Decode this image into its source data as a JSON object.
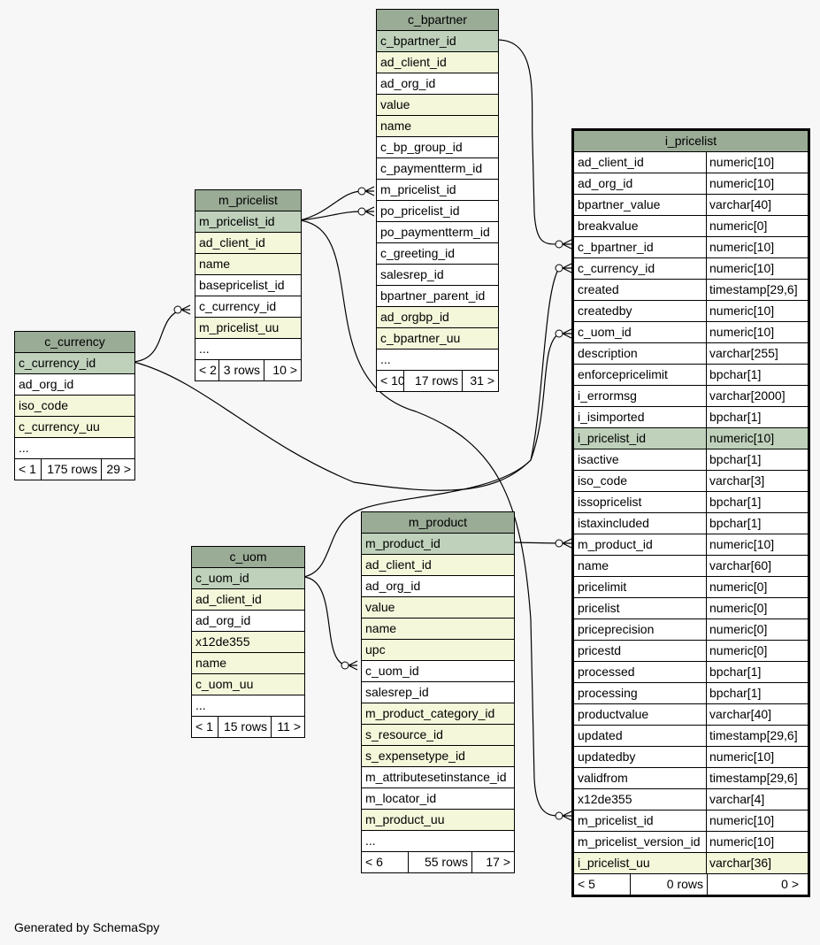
{
  "tables": {
    "c_bpartner": {
      "name": "c_bpartner",
      "rows": [
        {
          "label": "c_bpartner_id",
          "kind": "pk"
        },
        {
          "label": "ad_client_id",
          "kind": "fk"
        },
        {
          "label": "ad_org_id",
          "kind": ""
        },
        {
          "label": "value",
          "kind": "fk"
        },
        {
          "label": "name",
          "kind": "fk"
        },
        {
          "label": "c_bp_group_id",
          "kind": ""
        },
        {
          "label": "c_paymentterm_id",
          "kind": ""
        },
        {
          "label": "m_pricelist_id",
          "kind": ""
        },
        {
          "label": "po_pricelist_id",
          "kind": ""
        },
        {
          "label": "po_paymentterm_id",
          "kind": ""
        },
        {
          "label": "c_greeting_id",
          "kind": ""
        },
        {
          "label": "salesrep_id",
          "kind": ""
        },
        {
          "label": "bpartner_parent_id",
          "kind": ""
        },
        {
          "label": "ad_orgbp_id",
          "kind": "fk"
        },
        {
          "label": "c_bpartner_uu",
          "kind": "fk"
        },
        {
          "label": "...",
          "kind": ""
        }
      ],
      "footer": [
        "< 10",
        "17 rows",
        "31 >"
      ]
    },
    "m_pricelist": {
      "name": "m_pricelist",
      "rows": [
        {
          "label": "m_pricelist_id",
          "kind": "pk"
        },
        {
          "label": "ad_client_id",
          "kind": "fk"
        },
        {
          "label": "name",
          "kind": "fk"
        },
        {
          "label": "basepricelist_id",
          "kind": ""
        },
        {
          "label": "c_currency_id",
          "kind": ""
        },
        {
          "label": "m_pricelist_uu",
          "kind": "fk"
        },
        {
          "label": "...",
          "kind": ""
        }
      ],
      "footer": [
        "< 2",
        "3 rows",
        "10 >"
      ]
    },
    "c_currency": {
      "name": "c_currency",
      "rows": [
        {
          "label": "c_currency_id",
          "kind": "pk"
        },
        {
          "label": "ad_org_id",
          "kind": ""
        },
        {
          "label": "iso_code",
          "kind": "fk"
        },
        {
          "label": "c_currency_uu",
          "kind": "fk"
        },
        {
          "label": "...",
          "kind": ""
        }
      ],
      "footer": [
        "< 1",
        "175 rows",
        "29 >"
      ]
    },
    "c_uom": {
      "name": "c_uom",
      "rows": [
        {
          "label": "c_uom_id",
          "kind": "pk"
        },
        {
          "label": "ad_client_id",
          "kind": "fk"
        },
        {
          "label": "ad_org_id",
          "kind": ""
        },
        {
          "label": "x12de355",
          "kind": "fk"
        },
        {
          "label": "name",
          "kind": "fk"
        },
        {
          "label": "c_uom_uu",
          "kind": "fk"
        },
        {
          "label": "...",
          "kind": ""
        }
      ],
      "footer": [
        "< 1",
        "15 rows",
        "11 >"
      ]
    },
    "m_product": {
      "name": "m_product",
      "rows": [
        {
          "label": "m_product_id",
          "kind": "pk"
        },
        {
          "label": "ad_client_id",
          "kind": "fk"
        },
        {
          "label": "ad_org_id",
          "kind": ""
        },
        {
          "label": "value",
          "kind": "fk"
        },
        {
          "label": "name",
          "kind": "fk"
        },
        {
          "label": "upc",
          "kind": "fk"
        },
        {
          "label": "c_uom_id",
          "kind": ""
        },
        {
          "label": "salesrep_id",
          "kind": ""
        },
        {
          "label": "m_product_category_id",
          "kind": "fk"
        },
        {
          "label": "s_resource_id",
          "kind": "fk"
        },
        {
          "label": "s_expensetype_id",
          "kind": "fk"
        },
        {
          "label": "m_attributesetinstance_id",
          "kind": ""
        },
        {
          "label": "m_locator_id",
          "kind": ""
        },
        {
          "label": "m_product_uu",
          "kind": "fk"
        },
        {
          "label": "...",
          "kind": ""
        }
      ],
      "footer": [
        "< 6",
        "55 rows",
        "17 >"
      ]
    },
    "i_pricelist": {
      "name": "i_pricelist",
      "rows": [
        {
          "label": "ad_client_id",
          "type": "numeric[10]",
          "kind": ""
        },
        {
          "label": "ad_org_id",
          "type": "numeric[10]",
          "kind": ""
        },
        {
          "label": "bpartner_value",
          "type": "varchar[40]",
          "kind": ""
        },
        {
          "label": "breakvalue",
          "type": "numeric[0]",
          "kind": ""
        },
        {
          "label": "c_bpartner_id",
          "type": "numeric[10]",
          "kind": ""
        },
        {
          "label": "c_currency_id",
          "type": "numeric[10]",
          "kind": ""
        },
        {
          "label": "created",
          "type": "timestamp[29,6]",
          "kind": ""
        },
        {
          "label": "createdby",
          "type": "numeric[10]",
          "kind": ""
        },
        {
          "label": "c_uom_id",
          "type": "numeric[10]",
          "kind": ""
        },
        {
          "label": "description",
          "type": "varchar[255]",
          "kind": ""
        },
        {
          "label": "enforcepricelimit",
          "type": "bpchar[1]",
          "kind": ""
        },
        {
          "label": "i_errormsg",
          "type": "varchar[2000]",
          "kind": ""
        },
        {
          "label": "i_isimported",
          "type": "bpchar[1]",
          "kind": ""
        },
        {
          "label": "i_pricelist_id",
          "type": "numeric[10]",
          "kind": "pk"
        },
        {
          "label": "isactive",
          "type": "bpchar[1]",
          "kind": ""
        },
        {
          "label": "iso_code",
          "type": "varchar[3]",
          "kind": ""
        },
        {
          "label": "issopricelist",
          "type": "bpchar[1]",
          "kind": ""
        },
        {
          "label": "istaxincluded",
          "type": "bpchar[1]",
          "kind": ""
        },
        {
          "label": "m_product_id",
          "type": "numeric[10]",
          "kind": ""
        },
        {
          "label": "name",
          "type": "varchar[60]",
          "kind": ""
        },
        {
          "label": "pricelimit",
          "type": "numeric[0]",
          "kind": ""
        },
        {
          "label": "pricelist",
          "type": "numeric[0]",
          "kind": ""
        },
        {
          "label": "priceprecision",
          "type": "numeric[0]",
          "kind": ""
        },
        {
          "label": "pricestd",
          "type": "numeric[0]",
          "kind": ""
        },
        {
          "label": "processed",
          "type": "bpchar[1]",
          "kind": ""
        },
        {
          "label": "processing",
          "type": "bpchar[1]",
          "kind": ""
        },
        {
          "label": "productvalue",
          "type": "varchar[40]",
          "kind": ""
        },
        {
          "label": "updated",
          "type": "timestamp[29,6]",
          "kind": ""
        },
        {
          "label": "updatedby",
          "type": "numeric[10]",
          "kind": ""
        },
        {
          "label": "validfrom",
          "type": "timestamp[29,6]",
          "kind": ""
        },
        {
          "label": "x12de355",
          "type": "varchar[4]",
          "kind": ""
        },
        {
          "label": "m_pricelist_id",
          "type": "numeric[10]",
          "kind": ""
        },
        {
          "label": "m_pricelist_version_id",
          "type": "numeric[10]",
          "kind": ""
        },
        {
          "label": "i_pricelist_uu",
          "type": "varchar[36]",
          "kind": "fk"
        }
      ],
      "footer": [
        "< 5",
        "0 rows",
        "0 >"
      ]
    }
  },
  "colors": {
    "header": "#9aab96",
    "primary_key": "#bfd1bb",
    "indexed": "#f4f7da",
    "background": "#f7f7f7"
  },
  "footer_text": "Generated by SchemaSpy"
}
